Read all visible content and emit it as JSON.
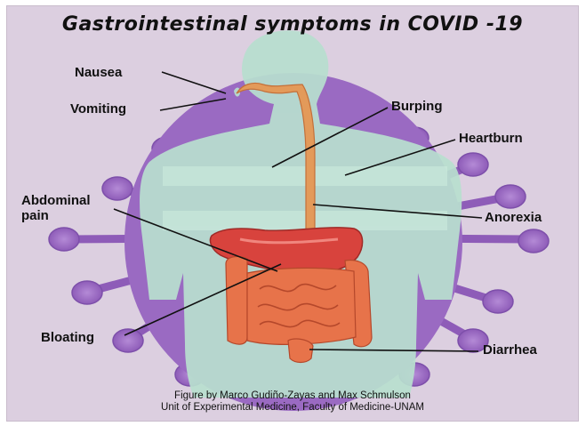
{
  "title": "Gastrointestinal symptoms in COVID -19",
  "labels": {
    "nausea": "Nausea",
    "vomiting": "Vomiting",
    "burping": "Burping",
    "heartburn": "Heartburn",
    "abdominal_pain_line1": "Abdominal",
    "abdominal_pain_line2": "pain",
    "anorexia": "Anorexia",
    "bloating": "Bloating",
    "diarrhea": "Diarrhea"
  },
  "credit": {
    "line1": "Figure by Marco Gudiño-Zayas and Max Schmulson",
    "line2": "Unit of Experimental Medicine, Faculty of Medicine-UNAM"
  },
  "colors": {
    "background": "#dccfe0",
    "virus": "#9a6ac2",
    "body": "#b8dfcf",
    "esophagus": "#e39a5a",
    "stomach": "#d8433d",
    "intestine": "#e7734a"
  }
}
